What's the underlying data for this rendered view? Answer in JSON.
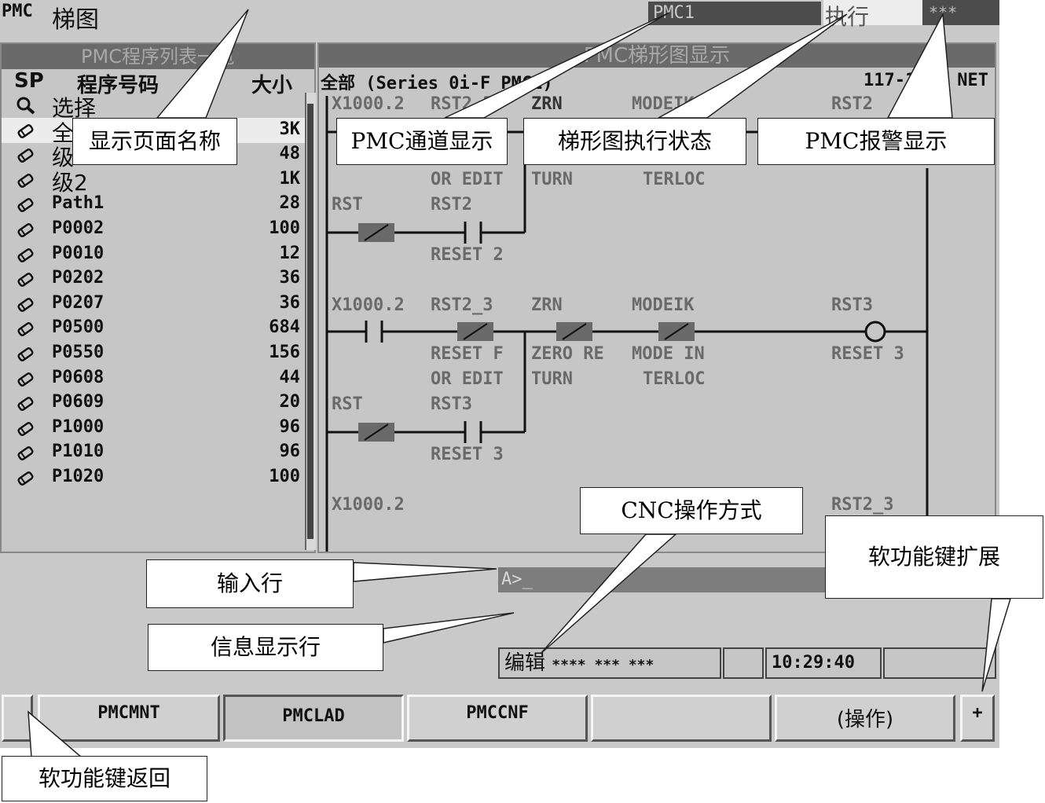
{
  "title_bar": {
    "app": "PMC",
    "page_name": "梯图",
    "channel": "PMC1",
    "exec_state": "执行",
    "alarm": "***"
  },
  "program_list": {
    "header": "PMC程序列表一览",
    "col_sp": "SP",
    "col_program": "程序号码",
    "col_size": "大小",
    "rows": [
      {
        "name": "选择",
        "size": "",
        "icon": "magnifier-icon"
      },
      {
        "name": "全",
        "size": "3K",
        "icon": "pencil-icon"
      },
      {
        "name": "级",
        "size": "48",
        "icon": "pencil-icon"
      },
      {
        "name": "级2",
        "size": "1K",
        "icon": "pencil-icon"
      },
      {
        "name": "Path1",
        "size": "28",
        "icon": "pencil-icon"
      },
      {
        "name": "P0002",
        "size": "100",
        "icon": "pencil-icon"
      },
      {
        "name": "P0010",
        "size": "12",
        "icon": "pencil-icon"
      },
      {
        "name": "P0202",
        "size": "36",
        "icon": "pencil-icon"
      },
      {
        "name": "P0207",
        "size": "36",
        "icon": "pencil-icon"
      },
      {
        "name": "P0500",
        "size": "684",
        "icon": "pencil-icon"
      },
      {
        "name": "P0550",
        "size": "156",
        "icon": "pencil-icon"
      },
      {
        "name": "P0608",
        "size": "44",
        "icon": "pencil-icon"
      },
      {
        "name": "P0609",
        "size": "20",
        "icon": "pencil-icon"
      },
      {
        "name": "P1000",
        "size": "96",
        "icon": "pencil-icon"
      },
      {
        "name": "P1010",
        "size": "96",
        "icon": "pencil-icon"
      },
      {
        "name": "P1020",
        "size": "100",
        "icon": "pencil-icon"
      }
    ]
  },
  "ladder": {
    "header": "PMC梯形图显示",
    "subtitle": "全部 (Series 0i-F PMC1)",
    "net_range": "117-119/ NET",
    "labels": {
      "a1": "X1000.2",
      "a2": "RST2_3",
      "a3": "ZRN",
      "a4": "MODEIK",
      "a5": "RST2",
      "b1": "OR EDIT",
      "b2": "TURN",
      "b3": "TERLOC",
      "c1": "RST",
      "c2": "RST2",
      "c3": "RESET 2",
      "d1": "X1000.2",
      "d2": "RST2_3",
      "d3": "ZRN",
      "d4": "MODEIK",
      "d5": "RST3",
      "e1": "RESET F",
      "e2": "ZERO RE",
      "e3": "MODE IN",
      "e4": "RESET 3",
      "f1": "OR EDIT",
      "f2": "TURN",
      "f3": "TERLOC",
      "g1": "RST",
      "g2": "RST3",
      "g3": "RESET 3",
      "h1": "X1000.2",
      "h2": "RST2_3"
    }
  },
  "input_line": "A>_",
  "status": {
    "mode": "编辑",
    "mode_stars": "**** *** ***",
    "clock": "10:29:40"
  },
  "softkeys": {
    "k1": "PMCMNT",
    "k2": "PMCLAD",
    "k3": "PMCCNF",
    "k4": "",
    "k5": "(操作)",
    "plus": "+"
  },
  "callouts": {
    "page_name": "显示页面名称",
    "channel": "PMC通道显示",
    "exec": "梯形图执行状态",
    "alarm": "PMC报警显示",
    "cnc_mode": "CNC操作方式",
    "softkey_ext": "软功能键扩展",
    "input": "输入行",
    "message": "信息显示行",
    "softkey_back": "软功能键返回"
  }
}
